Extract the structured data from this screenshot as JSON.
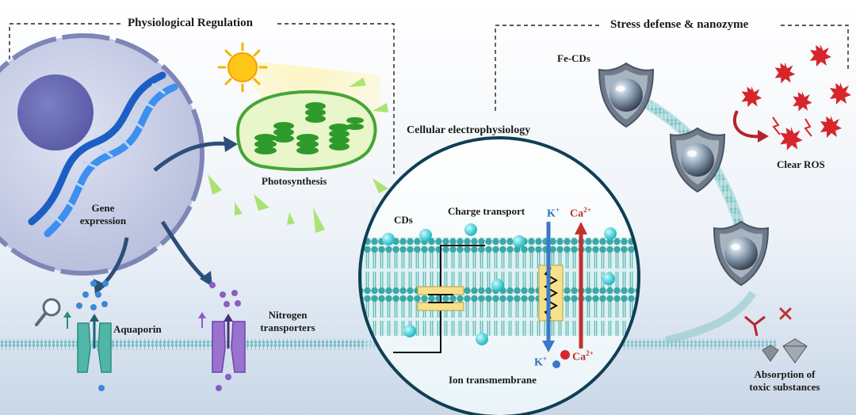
{
  "sections": {
    "physiological": "Physiological Regulation",
    "stress": "Stress defense & nanozyme",
    "electro": "Cellular electrophysiology"
  },
  "labels": {
    "gene_expression_line1": "Gene",
    "gene_expression_line2": "expression",
    "photosynthesis": "Photosynthesis",
    "aquaporin": "Aquaporin",
    "nitrogen_line1": "Nitrogen",
    "nitrogen_line2": "transporters",
    "cds": "CDs",
    "charge_transport": "Charge transport",
    "ion_transmembrane": "Ion transmembrane",
    "fe_cds": "Fe-CDs",
    "clear_ros": "Clear ROS",
    "absorption_line1": "Absorption of",
    "absorption_line2": "toxic substances",
    "k_ion": "K",
    "k_charge": "+",
    "ca_ion": "Ca",
    "ca_charge": "2+"
  },
  "colors": {
    "dna_blue": "#2a7de1",
    "chloroplast_green": "#3fae3a",
    "membrane_teal": "#3aa8a6",
    "cd_cyan": "#35d3d6",
    "ros_red": "#d6262c",
    "ca_red": "#c0322e",
    "k_blue": "#2a6fbf",
    "aquaporin_teal": "#4fb6a8",
    "nitrogen_purple": "#8a5cc4",
    "shield_gray": "#7d8896"
  },
  "icons": [
    "sun-icon",
    "dna-icon",
    "chloroplast-icon",
    "magnifier-icon",
    "aquaporin-icon",
    "nitrogen-transporter-icon",
    "shield-icon",
    "ros-star-icon",
    "capacitor-icon",
    "resistor-icon",
    "diamond-icon",
    "x-mark-icon"
  ]
}
